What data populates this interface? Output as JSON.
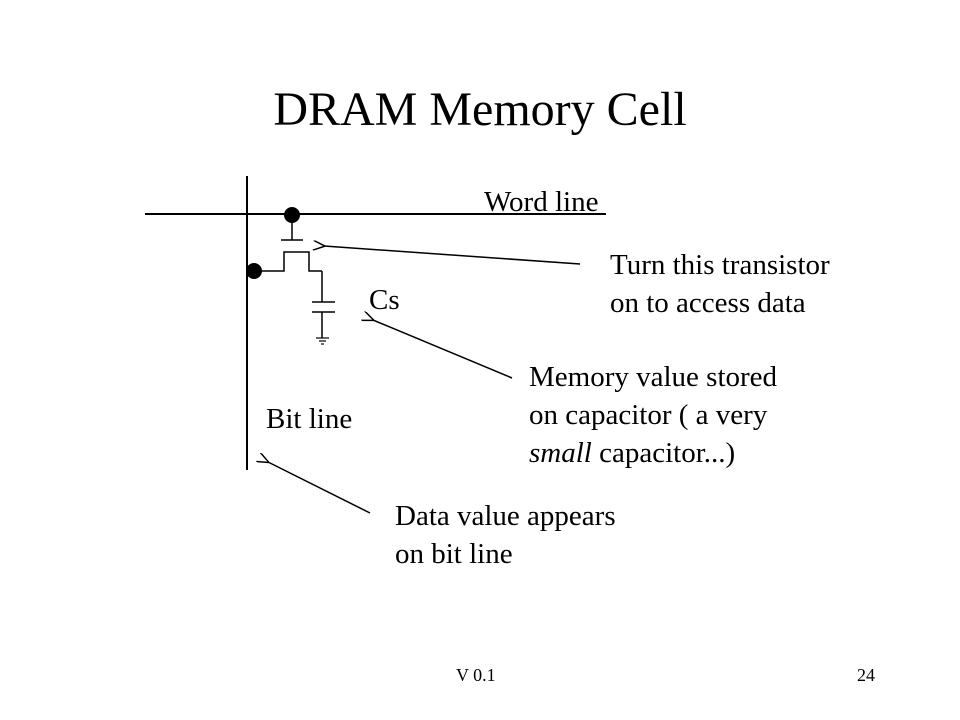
{
  "title": "DRAM Memory Cell",
  "labels": {
    "word_line": "Word line",
    "cs": "Cs",
    "bit_line": "Bit line"
  },
  "annotations": {
    "transistor": [
      "Turn this transistor",
      "on to access data"
    ],
    "capacitor": {
      "line1": "Memory value stored",
      "line2": "on capacitor ( a very",
      "line3_italic": "small",
      "line3_rest": " capacitor...)"
    },
    "bit_line": [
      "Data value appears",
      "on bit line"
    ]
  },
  "footer": {
    "version": "V 0.1",
    "page": "24"
  }
}
